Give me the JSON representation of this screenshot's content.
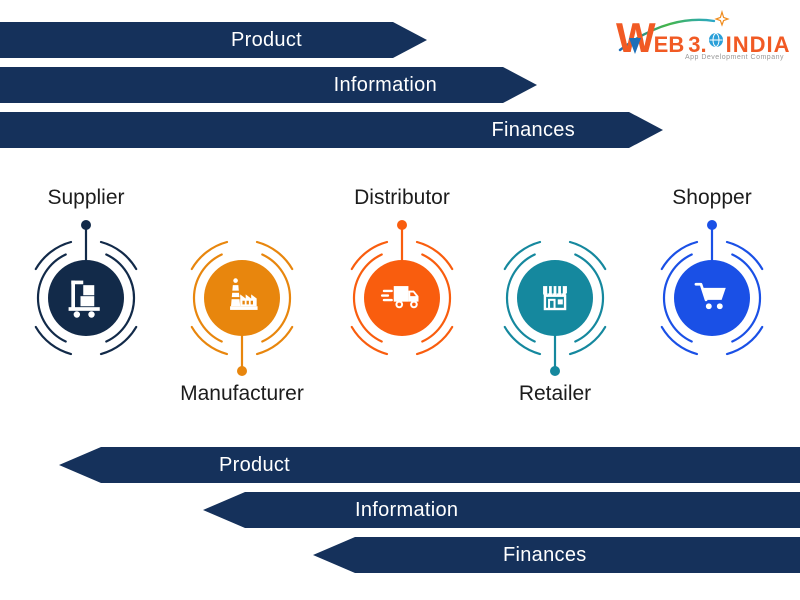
{
  "logo": {
    "word_part1": "W",
    "word_part2": "EB",
    "word_part3": "3.",
    "word_part4": "INDIA",
    "tagline": "App Development Company",
    "accent_orange": "#F15A24",
    "accent_blue": "#1C6FB8",
    "globe_icon_color": "#2A9FD8"
  },
  "arrow_color": "#15315B",
  "top_arrows": [
    {
      "label": "Product",
      "direction": "right"
    },
    {
      "label": "Information",
      "direction": "right"
    },
    {
      "label": "Finances",
      "direction": "right"
    }
  ],
  "bottom_arrows": [
    {
      "label": "Product",
      "direction": "left"
    },
    {
      "label": "Information",
      "direction": "left"
    },
    {
      "label": "Finances",
      "direction": "left"
    }
  ],
  "nodes": [
    {
      "label": "Supplier",
      "color": "#122A49",
      "icon": "hand-truck-icon",
      "label_position": "above"
    },
    {
      "label": "Manufacturer",
      "color": "#E8860D",
      "icon": "factory-icon",
      "label_position": "below"
    },
    {
      "label": "Distributor",
      "color": "#F95D0E",
      "icon": "delivery-truck-icon",
      "label_position": "above"
    },
    {
      "label": "Retailer",
      "color": "#15889E",
      "icon": "storefront-icon",
      "label_position": "below"
    },
    {
      "label": "Shopper",
      "color": "#1A50E6",
      "icon": "shopping-cart-icon",
      "label_position": "above"
    }
  ]
}
